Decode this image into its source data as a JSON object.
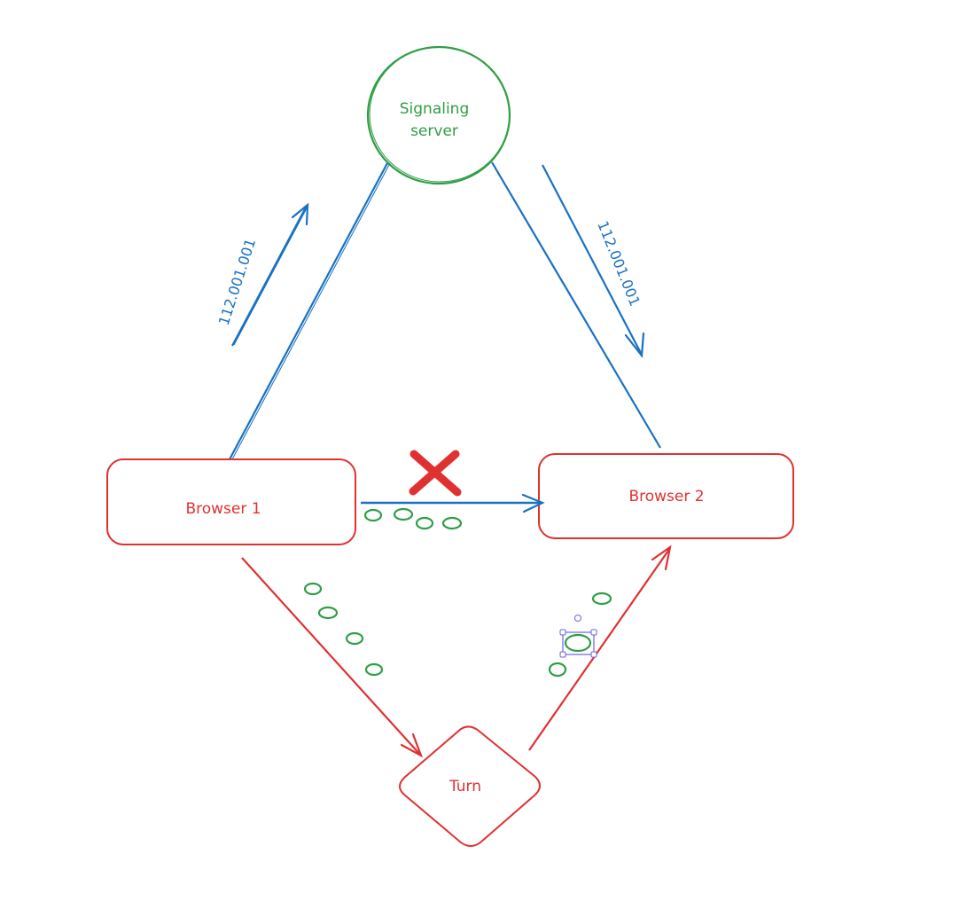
{
  "diagram": {
    "colors": {
      "signaling": "#2f9e44",
      "blue": "#1971c2",
      "red": "#e03131",
      "packet": "#2f9e44",
      "selection": "#6965db"
    },
    "nodes": {
      "signaling_server": {
        "label_line1": "Signaling",
        "label_line2": "server",
        "shape": "circle"
      },
      "browser1": {
        "label": "Browser 1",
        "shape": "rounded-rectangle"
      },
      "browser2": {
        "label": "Browser 2",
        "shape": "rounded-rectangle"
      },
      "turn": {
        "label": "Turn",
        "shape": "diamond"
      }
    },
    "edges": [
      {
        "from": "browser1",
        "to": "signaling_server",
        "label": "112.001.001",
        "style": "blue-arrow"
      },
      {
        "from": "signaling_server",
        "to": "browser2",
        "label": "112.001.001",
        "style": "blue-arrow"
      },
      {
        "from": "browser1",
        "to": "browser2",
        "label": "",
        "style": "blue-arrow",
        "blocked": true,
        "blocked_mark": "x-icon"
      },
      {
        "from": "browser1",
        "to": "turn",
        "label": "",
        "style": "red-arrow"
      },
      {
        "from": "turn",
        "to": "browser2",
        "label": "",
        "style": "red-arrow"
      }
    ],
    "packets": {
      "direct_path_count": 4,
      "to_turn_count": 4,
      "from_turn_count": 3,
      "selected_packet": "from-turn-2"
    }
  }
}
